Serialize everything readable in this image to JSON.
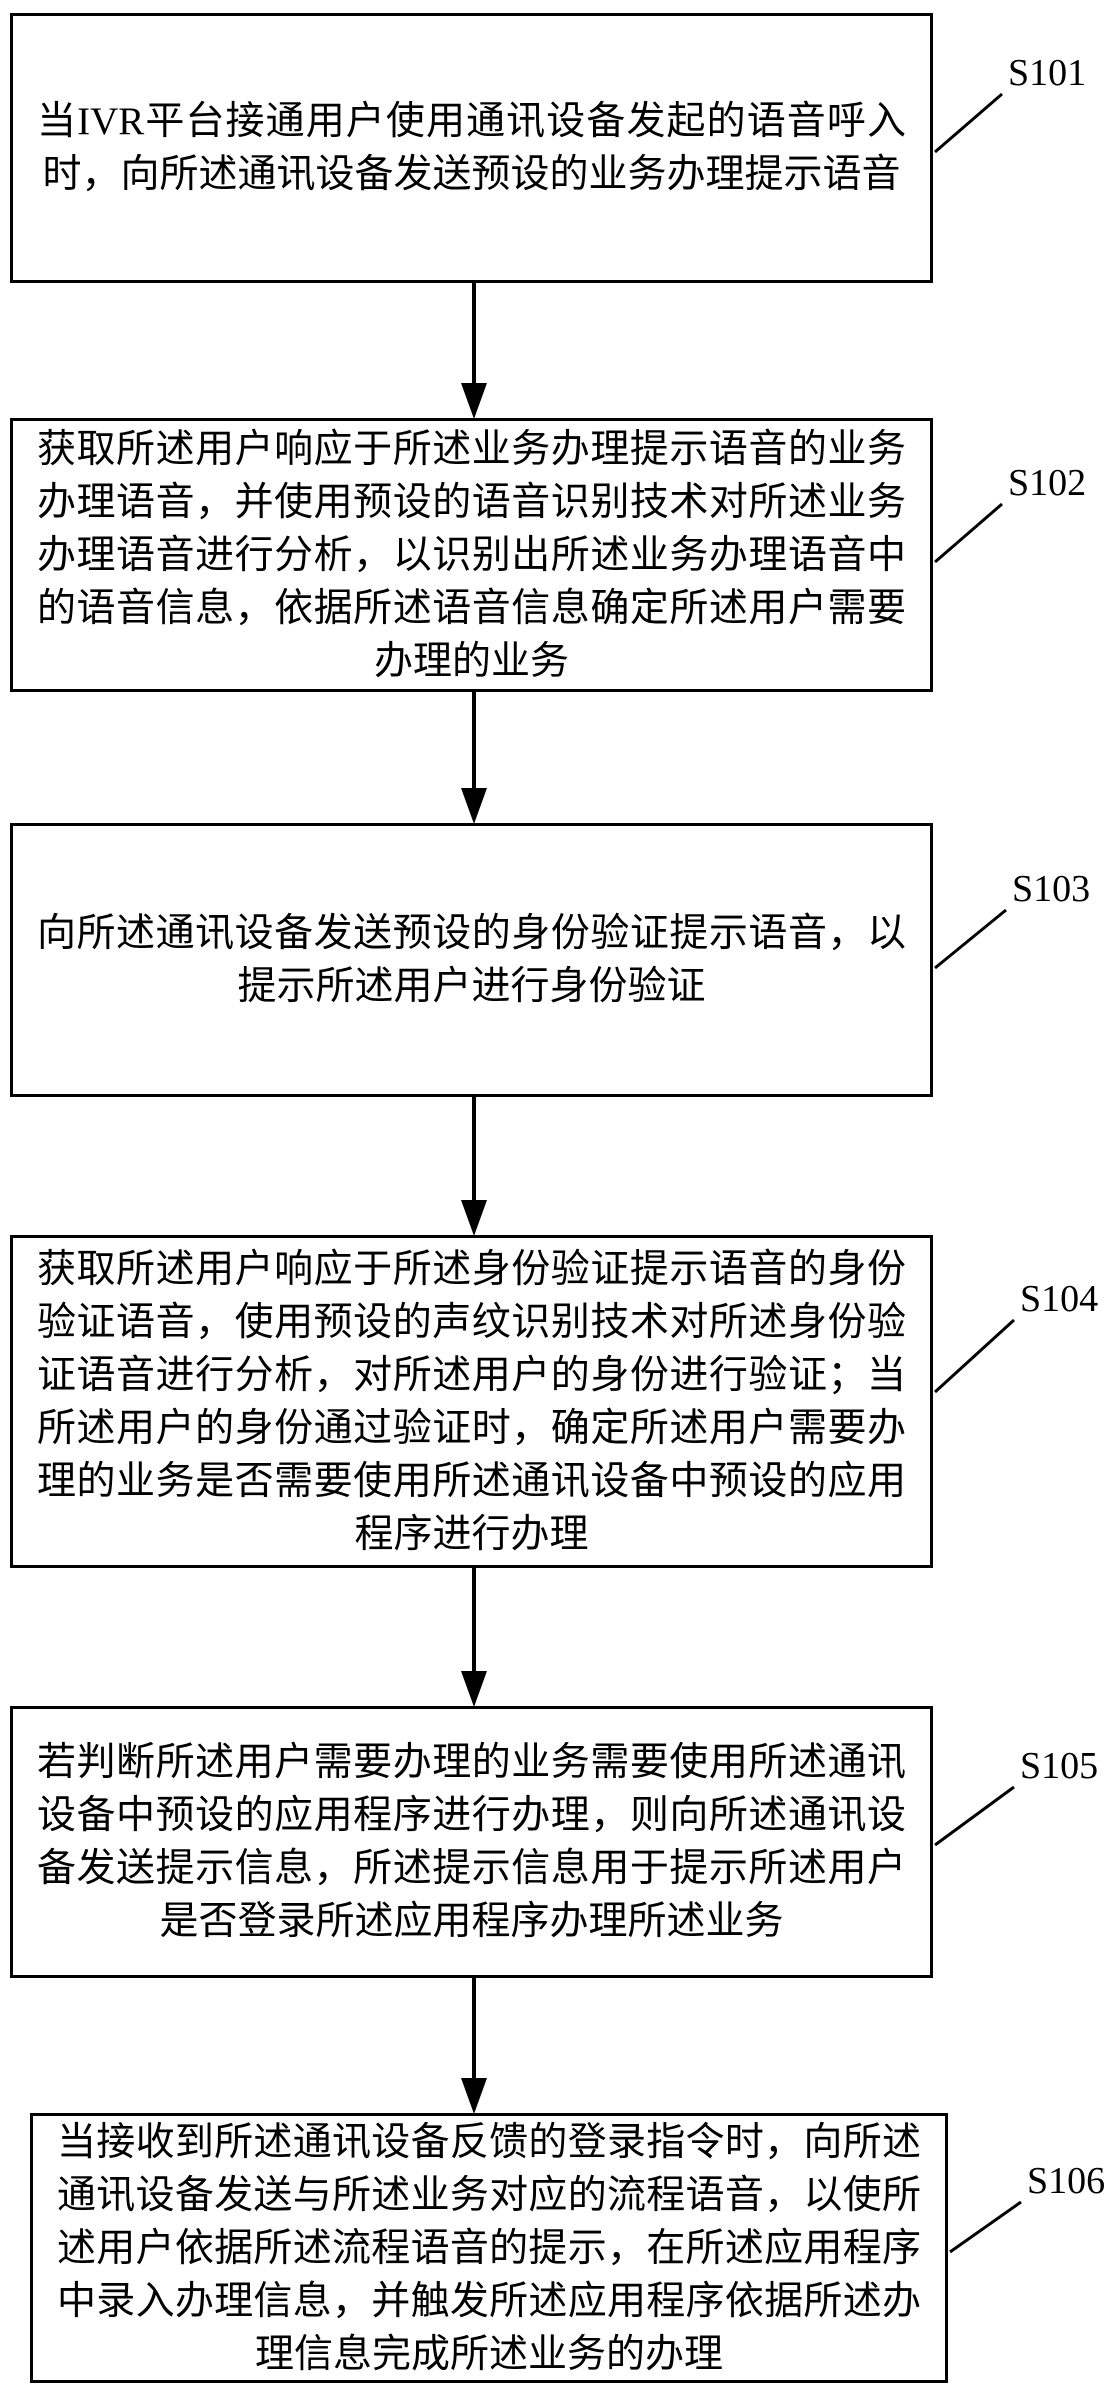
{
  "figure": {
    "type": "flowchart",
    "colors": {
      "ink": "#000000",
      "background": "#ffffff"
    },
    "icons": {
      "flow_connector": "down-arrow",
      "label_connector": "diagonal-leader-line"
    },
    "steps": [
      {
        "label": "S101",
        "text": "当IVR平台接通用户使用通讯设备发起的语音呼入时，向所述通讯设备发送预设的业务办理提示语音"
      },
      {
        "label": "S102",
        "text": "获取所述用户响应于所述业务办理提示语音的业务办理语音，并使用预设的语音识别技术对所述业务办理语音进行分析，以识别出所述业务办理语音中的语音信息，依据所述语音信息确定所述用户需要办理的业务"
      },
      {
        "label": "S103",
        "text": "向所述通讯设备发送预设的身份验证提示语音，以提示所述用户进行身份验证"
      },
      {
        "label": "S104",
        "text": "获取所述用户响应于所述身份验证提示语音的身份验证语音，使用预设的声纹识别技术对所述身份验证语音进行分析，对所述用户的身份进行验证；当所述用户的身份通过验证时，确定所述用户需要办理的业务是否需要使用所述通讯设备中预设的应用程序进行办理"
      },
      {
        "label": "S105",
        "text": "若判断所述用户需要办理的业务需要使用所述通讯设备中预设的应用程序进行办理，则向所述通讯设备发送提示信息，所述提示信息用于提示所述用户是否登录所述应用程序办理所述业务"
      },
      {
        "label": "S106",
        "text": "当接收到所述通讯设备反馈的登录指令时，向所述通讯设备发送与所述业务对应的流程语音，以使所述用户依据所述流程语音的提示，在所述应用程序中录入办理信息，并触发所述应用程序依据所述办理信息完成所述业务的办理"
      }
    ]
  }
}
